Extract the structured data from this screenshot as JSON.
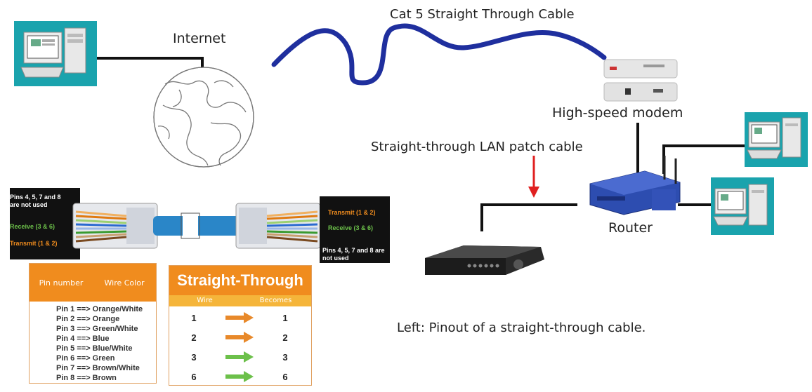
{
  "labels": {
    "internet": "Internet",
    "cat5": "Cat 5 Straight Through Cable",
    "modem": "High-speed modem",
    "lan_cable": "Straight-through LAN patch cable",
    "router": "Router",
    "caption": "Left: Pinout of a straight-through cable."
  },
  "connector": {
    "left_note": "Pins 4, 5, 7 and 8 are not used",
    "left_receive": "Receive (3 & 6)",
    "left_transmit": "Transmit (1 & 2)",
    "right_transmit": "Transmit (1 & 2)",
    "right_receive": "Receive (3 & 6)",
    "right_note": "Pins 4, 5, 7 and 8 are not used"
  },
  "pin_table": {
    "col1": "Pin number",
    "col2": "Wire Color",
    "rows": [
      "Pin 1 ==> Orange/White",
      "Pin 2 ==> Orange",
      "Pin 3 ==> Green/White",
      "Pin 4 ==> Blue",
      "Pin 5 ==> Blue/White",
      "Pin 6 ==> Green",
      "Pin 7 ==> Brown/White",
      "Pin 8 ==> Brown"
    ]
  },
  "straight_through": {
    "title": "Straight-Through",
    "col1": "Wire",
    "col2": "Becomes",
    "rows": [
      {
        "from": "1",
        "to": "1",
        "arrow_color": "#e8892a"
      },
      {
        "from": "2",
        "to": "2",
        "arrow_color": "#e8892a"
      },
      {
        "from": "3",
        "to": "3",
        "arrow_color": "#6cc04a"
      },
      {
        "from": "6",
        "to": "6",
        "arrow_color": "#6cc04a"
      }
    ]
  },
  "colors": {
    "teal": "#1aa3ad",
    "cable_blue": "#1f2f9e",
    "arrow_red": "#e02020",
    "orange": "#f08c1e"
  }
}
